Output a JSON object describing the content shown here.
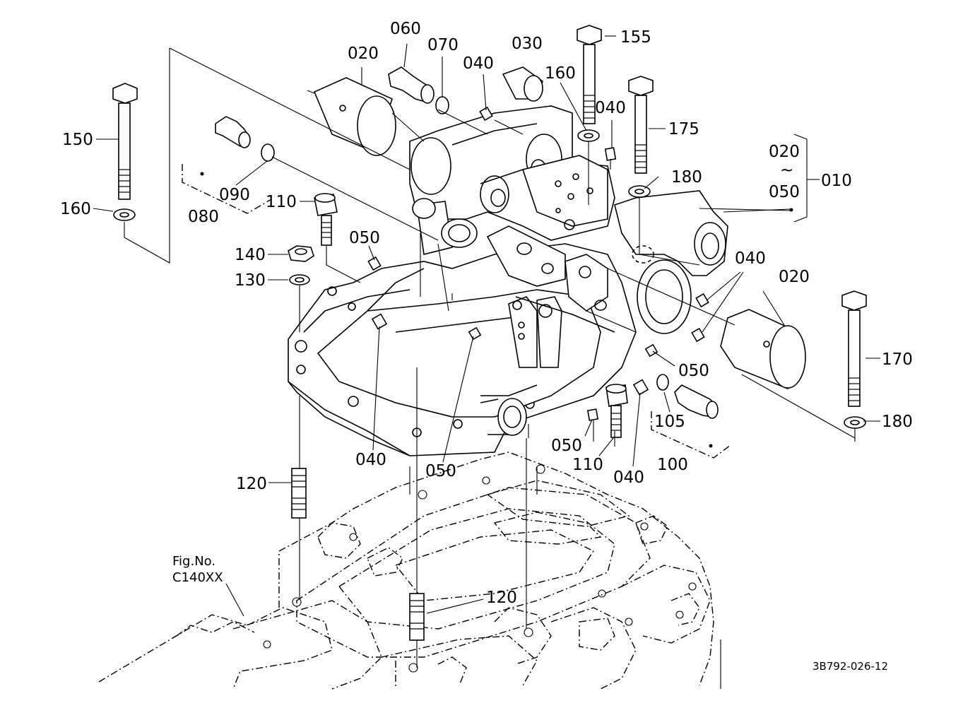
{
  "diagram": {
    "labels": {
      "p020a": "020",
      "p060": "060",
      "p070": "070",
      "p040a": "040",
      "p030": "030",
      "p155": "155",
      "p160a": "160",
      "p040b": "040",
      "p175": "175",
      "p150": "150",
      "p160b": "160",
      "p090": "090",
      "p080": "080",
      "p110a": "110",
      "p180a": "180",
      "p020b": "020",
      "p050range": "050",
      "p010": "010",
      "tilde": "~",
      "p140": "140",
      "p130": "130",
      "p050a": "050",
      "p040c": "040",
      "p020c": "020",
      "p170": "170",
      "p050b": "050",
      "p105": "105",
      "p180b": "180",
      "p050c": "050",
      "p110b": "110",
      "p040d": "040",
      "p100": "100",
      "p040e": "040",
      "p050d": "050",
      "p120a": "120",
      "p120b": "120"
    },
    "fig_ref": {
      "line1": "Fig.No.",
      "line2": "C140XX"
    },
    "drawing_number": "3B792-026-12"
  }
}
